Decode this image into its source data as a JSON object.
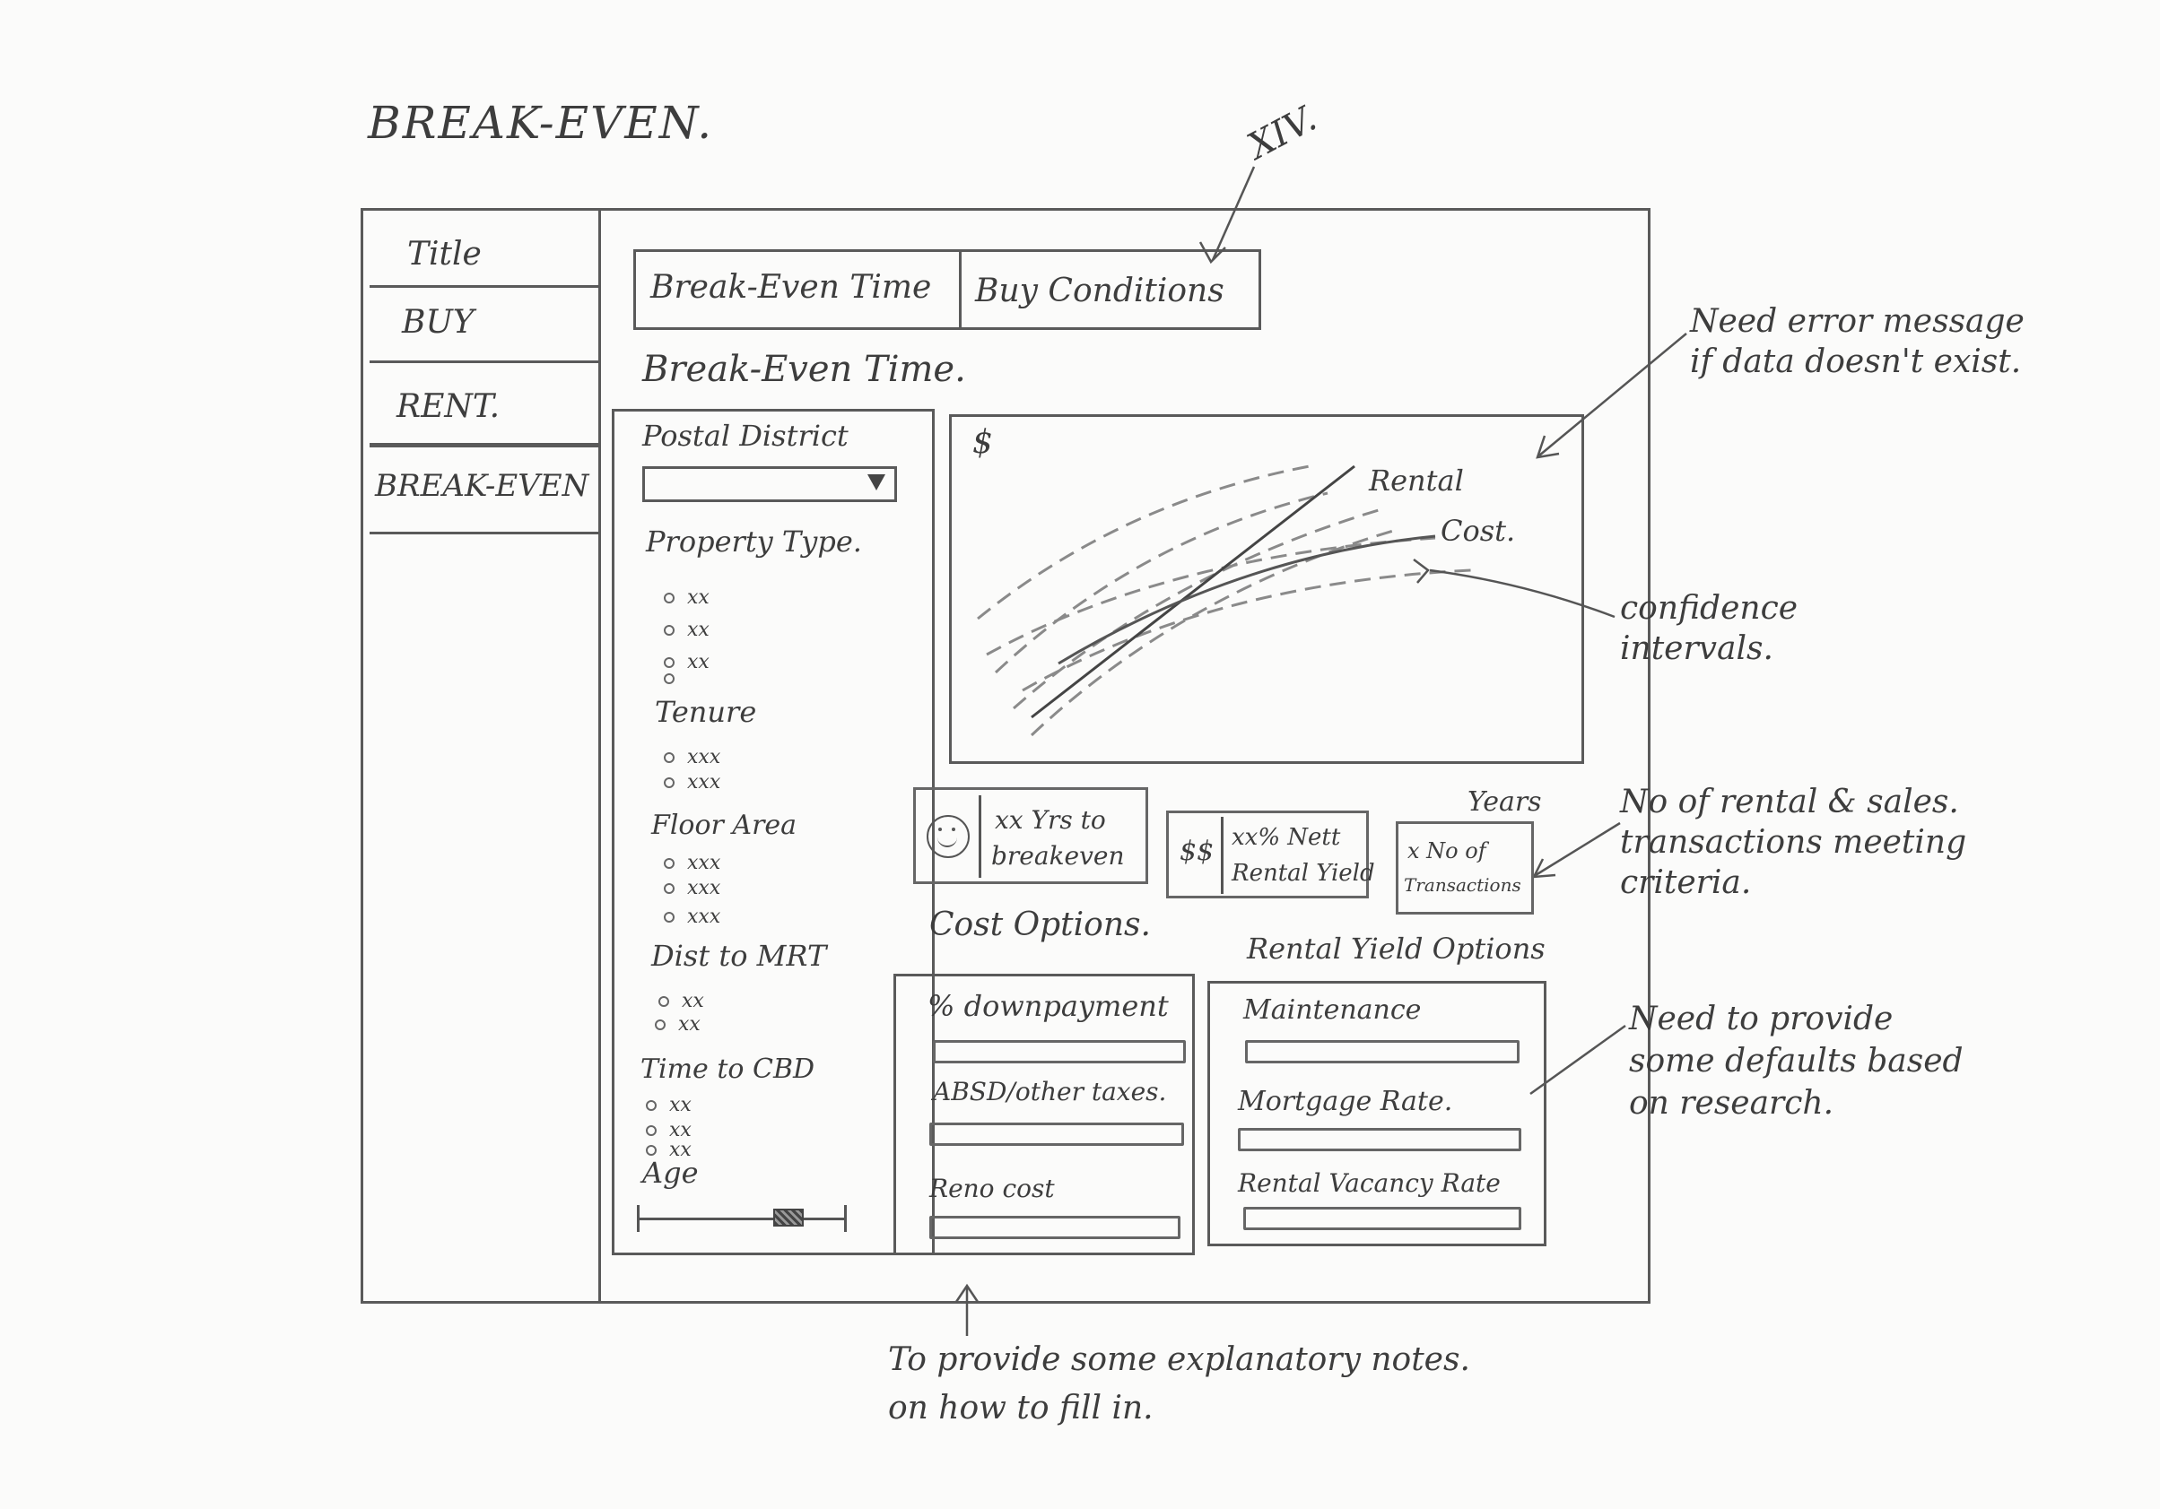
{
  "page_title": "BREAK-EVEN.",
  "version_mark": "XIV.",
  "sidebar": {
    "items": [
      {
        "label": "Title"
      },
      {
        "label": "BUY"
      },
      {
        "label": "RENT."
      },
      {
        "label": "BREAK-EVEN"
      }
    ]
  },
  "tabs": [
    {
      "label": "Break-Even Time"
    },
    {
      "label": "Buy Conditions"
    }
  ],
  "main": {
    "heading": "Break-Even Time."
  },
  "filters": {
    "postal_district": {
      "label": "Postal District"
    },
    "property_type": {
      "label": "Property Type.",
      "options": [
        "xx",
        "xx",
        "xx",
        ""
      ]
    },
    "tenure": {
      "label": "Tenure",
      "options": [
        "xxx",
        "xxx"
      ]
    },
    "floor_area": {
      "label": "Floor Area",
      "options": [
        "xxx",
        "xxx",
        "xxx"
      ]
    },
    "dist_mrt": {
      "label": "Dist to MRT",
      "options": [
        "xx",
        "xx"
      ]
    },
    "time_cbd": {
      "label": "Time to CBD",
      "options": [
        "xx",
        "xx",
        "xx"
      ]
    },
    "age": {
      "label": "Age"
    }
  },
  "chart": {
    "y_axis_label": "$",
    "x_axis_label": "Years",
    "series": [
      {
        "label": "Rental"
      },
      {
        "label": "Cost."
      }
    ]
  },
  "stats": {
    "breakeven": {
      "icon": "smiley-face-icon",
      "text_line1": "xx Yrs to",
      "text_line2": "breakeven"
    },
    "yield": {
      "icon_text": "$$",
      "text_line1": "xx% Nett",
      "text_line2": "Rental Yield"
    },
    "transactions": {
      "text_line1": "x No of",
      "text_line2": "Transactions"
    }
  },
  "cost_options": {
    "heading": "Cost Options.",
    "fields": [
      {
        "label": "% downpayment"
      },
      {
        "label": "ABSD/other taxes."
      },
      {
        "label": "Reno cost"
      }
    ]
  },
  "rental_options": {
    "heading": "Rental Yield Options",
    "fields": [
      {
        "label": "Maintenance"
      },
      {
        "label": "Mortgage Rate."
      },
      {
        "label": "Rental Vacancy Rate"
      }
    ]
  },
  "annotations": {
    "error_msg": [
      "Need error message",
      "if data doesn't exist."
    ],
    "confidence": [
      "confidence",
      "intervals."
    ],
    "transactions": [
      "No of rental & sales.",
      "transactions meeting",
      "criteria."
    ],
    "defaults": [
      "Need to provide",
      "some defaults based",
      "on research."
    ],
    "explanatory": [
      "To provide some explanatory notes.",
      "on how to fill in."
    ]
  },
  "colors": {
    "pencil": "#555555",
    "paper": "#fbfbfa"
  }
}
